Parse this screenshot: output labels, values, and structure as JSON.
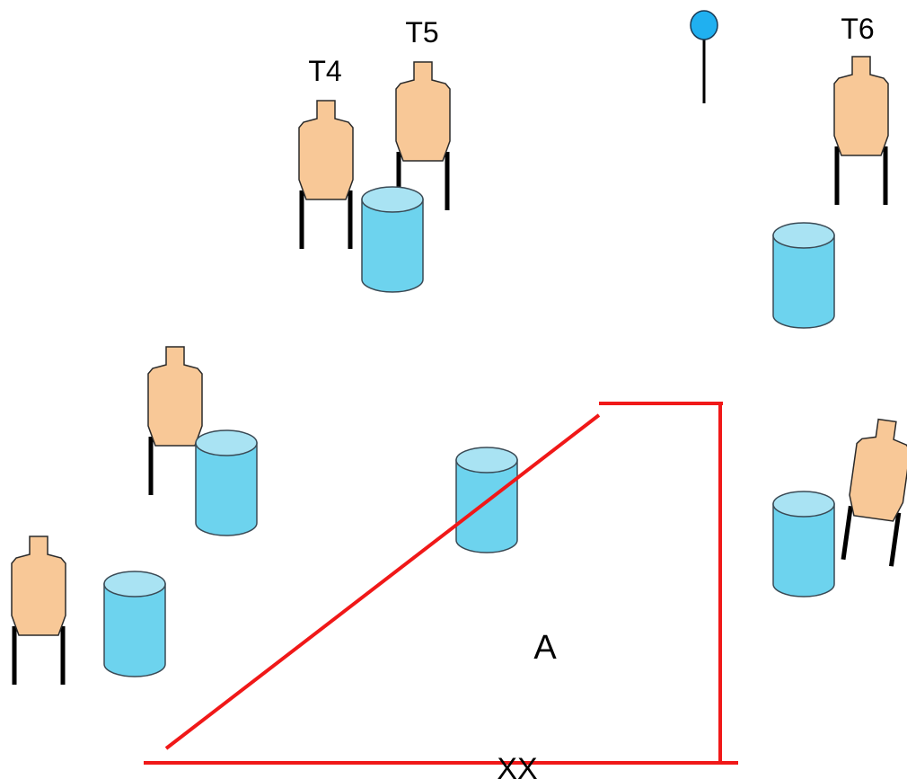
{
  "colors": {
    "target_fill": "#F8C897",
    "target_stroke": "#2a2a2a",
    "barrel_body": "#6DD3EE",
    "barrel_top": "#A9E3F3",
    "barrel_stroke": "#3a4a55",
    "stand": "#000000",
    "fault_line": "#F01818",
    "popper_head": "#20B0F0",
    "background": "#FFFFFF"
  },
  "labels": {
    "target_t4": "T4",
    "target_t5": "T5",
    "target_t6": "T6",
    "shooting_area": "A",
    "start_position": "XX"
  },
  "icons": {
    "target": "cardboard-target-icon",
    "barrel": "barrel-icon",
    "popper": "popper-icon"
  }
}
